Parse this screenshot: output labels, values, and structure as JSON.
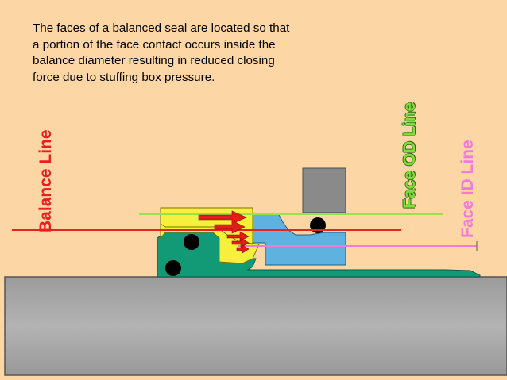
{
  "caption": "The faces of a balanced seal are located so that\na portion of the face contact occurs inside the\nbalance diameter resulting in reduced closing\nforce due to stuffing box pressure.",
  "labels": {
    "balance_line": "Balance Line",
    "face_od_line": "Face OD Line",
    "face_id_line": "Face ID Line"
  },
  "colors": {
    "background": "#fcd7a5",
    "balance_line": "#e8231d",
    "face_od_line": "#8fe84a",
    "face_id_line": "#f47ad8",
    "rotary_face": "#f6f03c",
    "stationary_face": "#5fb2e0",
    "seal_body": "#129a76",
    "gland": "#8a8a8a",
    "shaft": "#a6a6a6",
    "pressure_arrows": "#e21b1b"
  }
}
